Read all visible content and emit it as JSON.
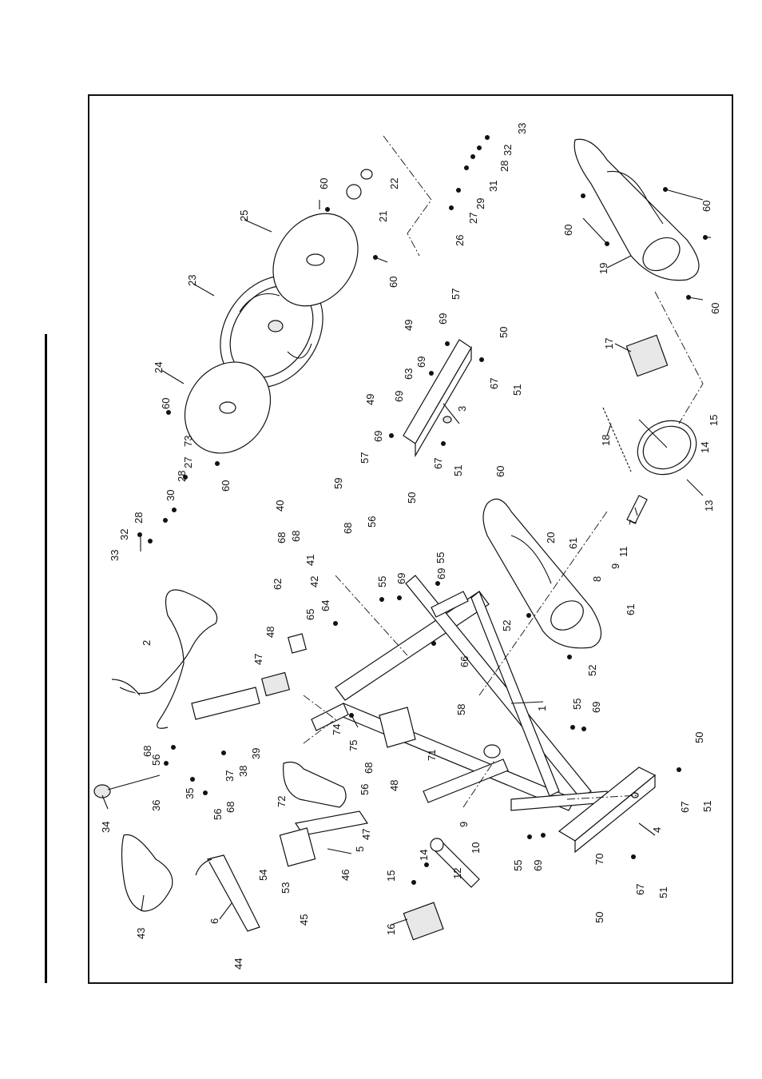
{
  "diagram": {
    "labels": [
      "1",
      "2",
      "3",
      "4",
      "5",
      "6",
      "7",
      "8",
      "9",
      "9",
      "10",
      "11",
      "12",
      "13",
      "14",
      "14",
      "15",
      "15",
      "16",
      "17",
      "18",
      "19",
      "20",
      "21",
      "22",
      "23",
      "24",
      "25",
      "26",
      "27",
      "27",
      "28",
      "28",
      "28",
      "29",
      "30",
      "31",
      "32",
      "32",
      "33",
      "33",
      "34",
      "35",
      "36",
      "37",
      "38",
      "39",
      "40",
      "41",
      "42",
      "43",
      "44",
      "45",
      "46",
      "47",
      "47",
      "48",
      "48",
      "49",
      "49",
      "50",
      "50",
      "50",
      "50",
      "51",
      "51",
      "51",
      "51",
      "52",
      "52",
      "53",
      "54",
      "55",
      "55",
      "55",
      "55",
      "56",
      "56",
      "56",
      "56",
      "57",
      "57",
      "58",
      "59",
      "60",
      "60",
      "60",
      "60",
      "60",
      "60",
      "60",
      "60",
      "61",
      "61",
      "62",
      "63",
      "64",
      "65",
      "66",
      "67",
      "67",
      "67",
      "67",
      "68",
      "68",
      "68",
      "68",
      "68",
      "68",
      "69",
      "69",
      "69",
      "69",
      "69",
      "69",
      "69",
      "69",
      "70",
      "71",
      "72",
      "73",
      "74",
      "75"
    ]
  }
}
